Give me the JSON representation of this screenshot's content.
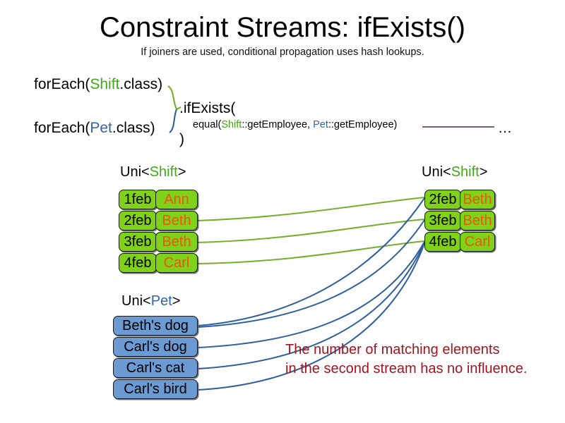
{
  "header": {
    "title": "Constraint Streams: ifExists()",
    "subtitle": "If joiners are used, conditional propagation uses hash lookups."
  },
  "code": {
    "foreach_shift": {
      "prefix": "forEach(",
      "type": "Shift",
      "suffix": ".class)"
    },
    "foreach_pet": {
      "prefix": "forEach(",
      "type": "Pet",
      "suffix": ".class)"
    },
    "if_exists": ".ifExists(",
    "equal": {
      "prefix": "equal(",
      "type_a": "Shift",
      "mid": "::getEmployee, ",
      "type_b": "Pet",
      "suffix": "::getEmployee)"
    },
    "close_paren": ")",
    "ellipsis": "…"
  },
  "streams": {
    "shift_left_label": {
      "prefix": "Uni<",
      "type": "Shift",
      "suffix": ">"
    },
    "shift_right_label": {
      "prefix": "Uni<",
      "type": "Shift",
      "suffix": ">"
    },
    "pet_label": {
      "prefix": "Uni<",
      "type": "Pet",
      "suffix": ">"
    }
  },
  "tables": {
    "shift_left": {
      "columns": [
        "date",
        "employee"
      ],
      "rows": [
        {
          "date": "1feb",
          "employee": "Ann"
        },
        {
          "date": "2feb",
          "employee": "Beth"
        },
        {
          "date": "3feb",
          "employee": "Beth"
        },
        {
          "date": "4feb",
          "employee": "Carl"
        }
      ]
    },
    "shift_right": {
      "columns": [
        "date",
        "employee"
      ],
      "rows": [
        {
          "date": "2feb",
          "employee": "Beth"
        },
        {
          "date": "3feb",
          "employee": "Beth"
        },
        {
          "date": "4feb",
          "employee": "Carl"
        }
      ]
    },
    "pet": {
      "columns": [
        "pet"
      ],
      "rows": [
        {
          "pet": "Beth's dog"
        },
        {
          "pet": "Carl's dog"
        },
        {
          "pet": "Carl's cat"
        },
        {
          "pet": "Carl's bird"
        }
      ]
    }
  },
  "annotation": {
    "line1": "The number of matching elements",
    "line2": "in the second stream has no influence."
  },
  "colors": {
    "shift_green": "#3faa14",
    "pet_blue": "#3465a4",
    "box_green": "#7fd119",
    "box_blue": "#6b9bd2",
    "name_orange": "#e8590c",
    "annotation_red": "#a01520",
    "wire_green": "#73af2a",
    "wire_blue": "#2d5f9e",
    "rule_purple": "#7a5c8a"
  },
  "connections": {
    "green_matches": [
      {
        "from": "shift_left.2feb",
        "to": "shift_right.2feb"
      },
      {
        "from": "shift_left.3feb",
        "to": "shift_right.3feb"
      },
      {
        "from": "shift_left.4feb",
        "to": "shift_right.4feb"
      }
    ],
    "blue_matches": [
      {
        "from": "pet.Beth's dog",
        "to": "shift_right.2feb"
      },
      {
        "from": "pet.Beth's dog",
        "to": "shift_right.3feb"
      },
      {
        "from": "pet.Carl's dog",
        "to": "shift_right.4feb"
      },
      {
        "from": "pet.Carl's cat",
        "to": "shift_right.4feb"
      },
      {
        "from": "pet.Carl's bird",
        "to": "shift_right.4feb"
      }
    ]
  }
}
